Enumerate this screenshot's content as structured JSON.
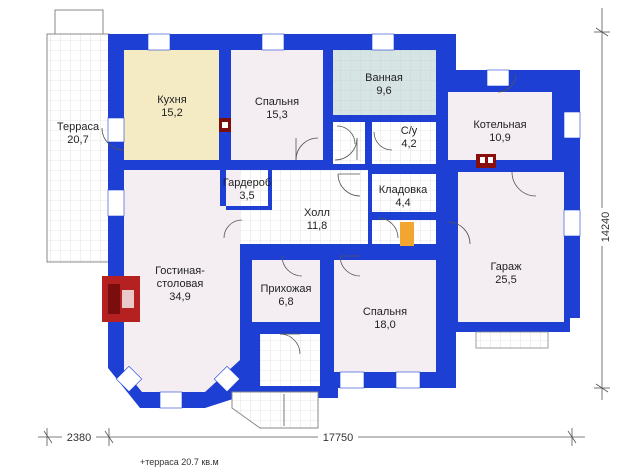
{
  "colors": {
    "wall": "#1d3fd4",
    "floor": "#f4eef2",
    "kitchen": "#f4ebc4",
    "bath": "#d7e4e4",
    "tile_line": "#c9c9c9",
    "dim_line": "#555555"
  },
  "rooms": {
    "terrace": {
      "name": "Терраса",
      "area": "20,7"
    },
    "kitchen": {
      "name": "Кухня",
      "area": "15,2"
    },
    "bedroom1": {
      "name": "Спальня",
      "area": "15,3"
    },
    "bathroom": {
      "name": "Ванная",
      "area": "9,6"
    },
    "wc": {
      "name": "С/у",
      "area": "4,2"
    },
    "boiler": {
      "name": "Котельная",
      "area": "10,9"
    },
    "wardrobe": {
      "name": "Гардероб",
      "area": "3,5"
    },
    "pantry": {
      "name": "Кладовка",
      "area": "4,4"
    },
    "hall": {
      "name": "Холл",
      "area": "11,8"
    },
    "living": {
      "name_line1": "Гостиная-",
      "name_line2": "столовая",
      "area": "34,9"
    },
    "entry": {
      "name": "Прихожая",
      "area": "6,8"
    },
    "bedroom2": {
      "name": "Спальня",
      "area": "18,0"
    },
    "garage": {
      "name": "Гараж",
      "area": "25,5"
    }
  },
  "dimensions": {
    "terrace_width": "2380",
    "total_width": "17750",
    "total_depth": "14240"
  },
  "footnote": "+терраса 20.7 кв.м"
}
